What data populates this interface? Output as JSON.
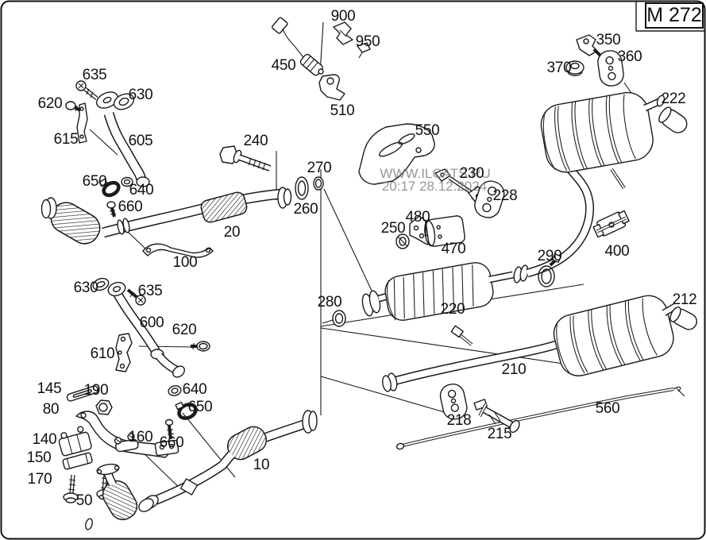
{
  "window": {
    "code_box": "M 272"
  },
  "watermark": {
    "line1": "WWW.ILCATS.RU",
    "line2": "20:17 28.12.2024"
  },
  "labels": [
    {
      "part": "900",
      "text": "900"
    },
    {
      "part": "950",
      "text": "950"
    },
    {
      "part": "450",
      "text": "450"
    },
    {
      "part": "510",
      "text": "510"
    },
    {
      "part": "635-upper",
      "text": "635"
    },
    {
      "part": "630-upper",
      "text": "630"
    },
    {
      "part": "620-upper",
      "text": "620"
    },
    {
      "part": "615",
      "text": "615"
    },
    {
      "part": "605",
      "text": "605"
    },
    {
      "part": "240",
      "text": "240"
    },
    {
      "part": "270",
      "text": "270"
    },
    {
      "part": "260",
      "text": "260"
    },
    {
      "part": "650-upper",
      "text": "650"
    },
    {
      "part": "640-upper",
      "text": "640"
    },
    {
      "part": "660-upper",
      "text": "660"
    },
    {
      "part": "20",
      "text": "20"
    },
    {
      "part": "100",
      "text": "100"
    },
    {
      "part": "550",
      "text": "550"
    },
    {
      "part": "230",
      "text": "230"
    },
    {
      "part": "228",
      "text": "228"
    },
    {
      "part": "480",
      "text": "480"
    },
    {
      "part": "250",
      "text": "250"
    },
    {
      "part": "470",
      "text": "470"
    },
    {
      "part": "220",
      "text": "220"
    },
    {
      "part": "280",
      "text": "280"
    },
    {
      "part": "290",
      "text": "290"
    },
    {
      "part": "400",
      "text": "400"
    },
    {
      "part": "350",
      "text": "350"
    },
    {
      "part": "360",
      "text": "360"
    },
    {
      "part": "370",
      "text": "370"
    },
    {
      "part": "222",
      "text": "222"
    },
    {
      "part": "212",
      "text": "212"
    },
    {
      "part": "210",
      "text": "210"
    },
    {
      "part": "218",
      "text": "218"
    },
    {
      "part": "215",
      "text": "215"
    },
    {
      "part": "560",
      "text": "560"
    },
    {
      "part": "630-lower",
      "text": "630"
    },
    {
      "part": "635-lower",
      "text": "635"
    },
    {
      "part": "600",
      "text": "600"
    },
    {
      "part": "620-lower",
      "text": "620"
    },
    {
      "part": "610",
      "text": "610"
    },
    {
      "part": "145",
      "text": "145"
    },
    {
      "part": "190",
      "text": "190"
    },
    {
      "part": "80",
      "text": "80"
    },
    {
      "part": "640-lower",
      "text": "640"
    },
    {
      "part": "650-lower",
      "text": "650"
    },
    {
      "part": "140",
      "text": "140"
    },
    {
      "part": "160",
      "text": "160"
    },
    {
      "part": "660-lower",
      "text": "660"
    },
    {
      "part": "150",
      "text": "150"
    },
    {
      "part": "10",
      "text": "10"
    },
    {
      "part": "170",
      "text": "170"
    },
    {
      "part": "50",
      "text": "50"
    }
  ]
}
